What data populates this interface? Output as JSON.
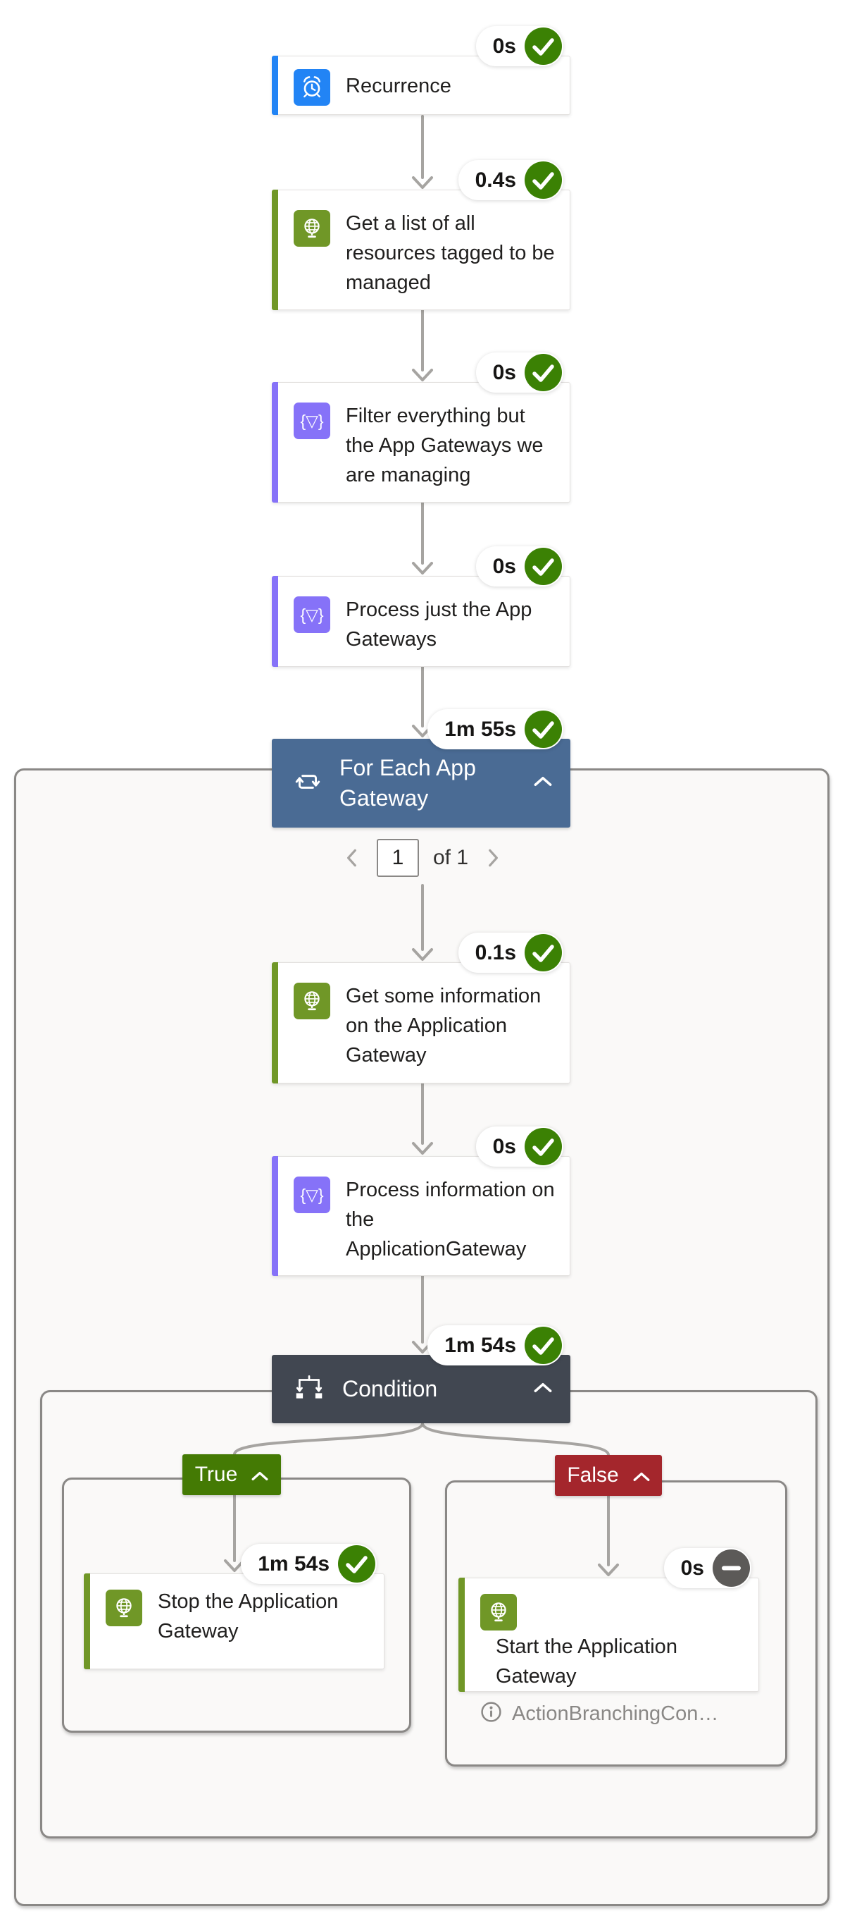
{
  "flow": {
    "trigger": {
      "title": "Recurrence",
      "duration": "0s",
      "status": "succeeded"
    },
    "get_list": {
      "title": "Get a list of all resources tagged to be managed",
      "duration": "0.4s",
      "status": "succeeded"
    },
    "filter": {
      "title": "Filter everything but the App Gateways we are managing",
      "duration": "0s",
      "status": "succeeded"
    },
    "process_gateways": {
      "title": "Process just the App Gateways",
      "duration": "0s",
      "status": "succeeded"
    },
    "for_each": {
      "title": "For Each App Gateway",
      "duration": "1m 55s",
      "status": "succeeded"
    },
    "get_info": {
      "title": "Get some information on the Application Gateway",
      "duration": "0.1s",
      "status": "succeeded"
    },
    "process_info": {
      "title": "Process information on the ApplicationGateway",
      "duration": "0s",
      "status": "succeeded"
    },
    "condition": {
      "title": "Condition",
      "duration": "1m 54s",
      "status": "succeeded"
    },
    "stop_gateway": {
      "title": "Stop the Application Gateway",
      "duration": "1m 54s",
      "status": "succeeded"
    },
    "start_gateway": {
      "title": "Start the Application Gateway",
      "duration": "0s",
      "status": "skipped",
      "note": "ActionBranchingCondition..."
    }
  },
  "branch_labels": {
    "true": "True",
    "false": "False"
  },
  "pagination": {
    "value": "1",
    "of": "of 1"
  },
  "colors": {
    "recurrence_blue": "#2284f5",
    "connector_green": "#709727",
    "data_ops_purple": "#8672f8",
    "foreach_header_blue": "#4a6b94",
    "condition_header_gray": "#414751",
    "true_green": "#447a04",
    "false_red": "#a4262c",
    "success_green": "#3b8104",
    "skipped_gray": "#5c5a58",
    "wire_gray": "#a6a4a1"
  }
}
